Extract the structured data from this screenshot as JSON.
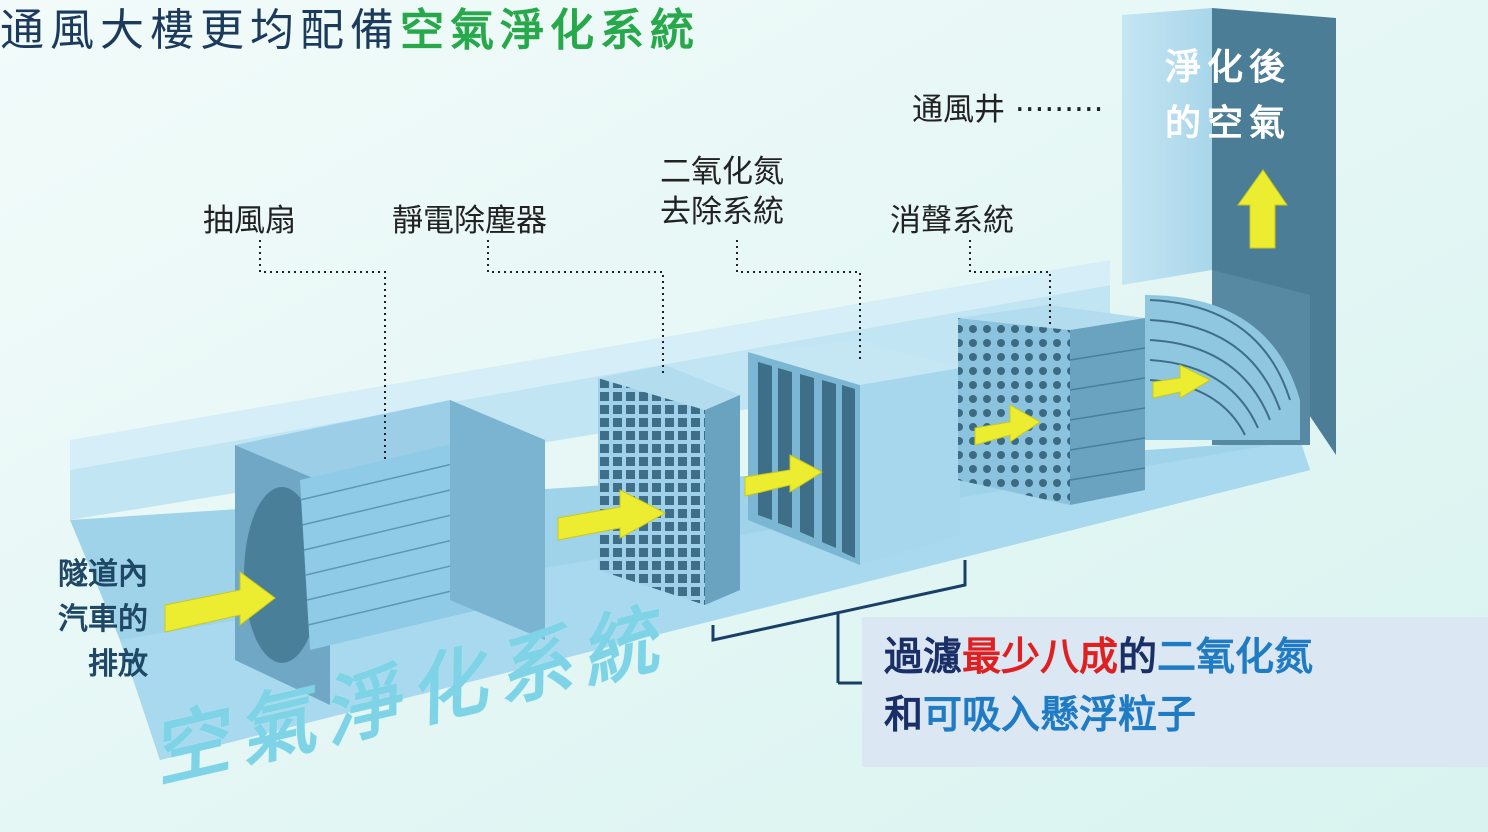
{
  "title": {
    "prefix": "通風大樓更均配備",
    "highlight": "空氣淨化系統"
  },
  "labels": {
    "shaft": "通風井 ·········",
    "fan": "抽風扇",
    "esp": "靜電除塵器",
    "no2_line1": "二氧化氮",
    "no2_line2": "去除系統",
    "silencer": "消聲系統"
  },
  "inlet": {
    "line1": "隧道內",
    "line2": "汽車的",
    "line3": "排放"
  },
  "outlet": {
    "line1": "淨化後",
    "line2": "的空氣"
  },
  "system_label": "空氣淨化系統",
  "info": {
    "part1": "過濾",
    "part2": "最少八成",
    "part3": "的",
    "part4": "二氧化氮",
    "part5": "和",
    "part6": "可吸入懸浮粒子"
  },
  "colors": {
    "title_text": "#1b3a5c",
    "title_highlight": "#27a84a",
    "duct_light": "#b9e2f2",
    "duct_mid": "#8ccbe6",
    "duct_dark": "#4a7f99",
    "arrow": "#ecec30",
    "info_red": "#e02020",
    "info_blue": "#1f7cc4",
    "info_dark": "#1a2f66"
  }
}
